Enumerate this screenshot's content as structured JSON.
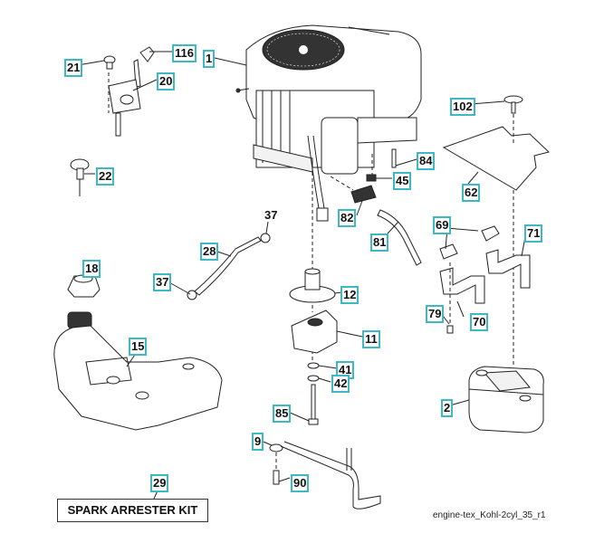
{
  "diagram": {
    "title": "Engine parts exploded view",
    "caption": "engine-tex_Kohl-2cyl_35_r1",
    "kit_label": "SPARK ARRESTER KIT",
    "accent_color": "#3fb8c6",
    "callouts": {
      "c1": "1",
      "c2": "2",
      "c9": "9",
      "c11": "11",
      "c12": "12",
      "c15": "15",
      "c18": "18",
      "c20": "20",
      "c21": "21",
      "c22": "22",
      "c28": "28",
      "c29": "29",
      "c37a": "37",
      "c37b": "37",
      "c41": "41",
      "c42": "42",
      "c45": "45",
      "c62": "62",
      "c69": "69",
      "c70": "70",
      "c71": "71",
      "c79": "79",
      "c81": "81",
      "c82": "82",
      "c84": "84",
      "c85": "85",
      "c90": "90",
      "c102": "102",
      "c116": "116"
    }
  }
}
